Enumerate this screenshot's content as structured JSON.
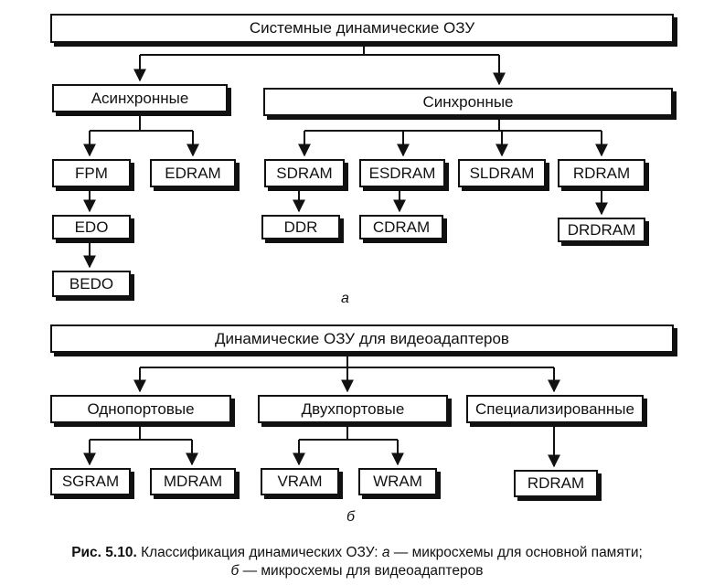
{
  "diagram_a": {
    "root": "Системные динамические ОЗУ",
    "groups": {
      "async": "Асинхронные",
      "sync": "Синхронные"
    },
    "nodes": {
      "fpm": "FPM",
      "edram": "EDRAM",
      "edo": "EDO",
      "bedo": "BEDO",
      "sdram": "SDRAM",
      "esdram": "ESDRAM",
      "sldram": "SLDRAM",
      "rdram": "RDRAM",
      "ddr": "DDR",
      "cdram": "CDRAM",
      "drdram": "DRDRAM"
    },
    "label": "а"
  },
  "diagram_b": {
    "root": "Динамические ОЗУ для видеоадаптеров",
    "groups": {
      "single": "Однопортовые",
      "dual": "Двухпортовые",
      "special": "Специализированные"
    },
    "nodes": {
      "sgram": "SGRAM",
      "mdram": "MDRAM",
      "vram": "VRAM",
      "wram": "WRAM",
      "rdram": "RDRAM"
    },
    "label": "б"
  },
  "caption": {
    "prefix": "Рис. 5.10.",
    "line1_text": " Классификация динамических ОЗУ: ",
    "a": "а",
    "line1_rest": " — микросхемы для основной памяти;",
    "b": "б",
    "line2_rest": " — микросхемы для видеоадаптеров"
  }
}
